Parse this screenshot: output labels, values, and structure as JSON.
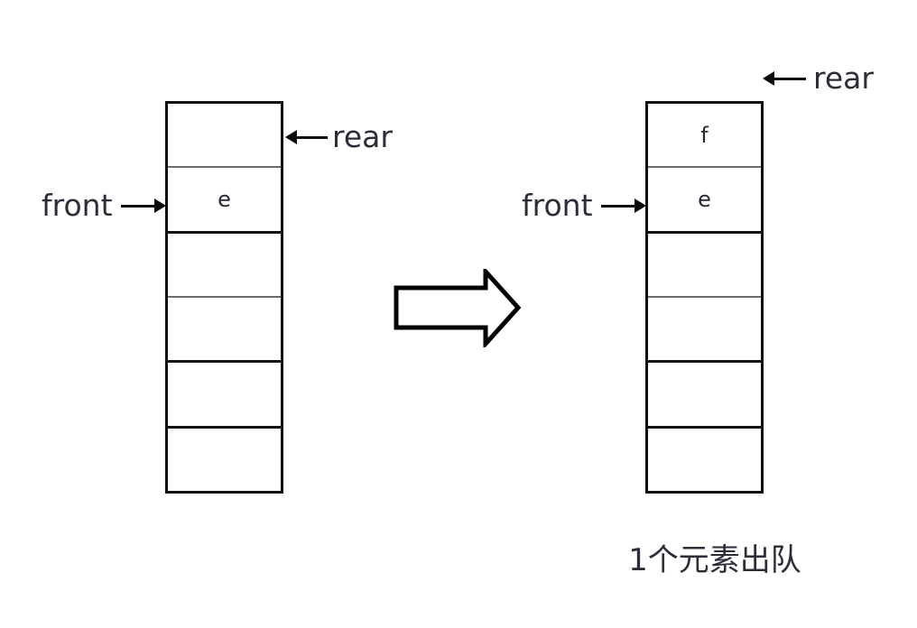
{
  "diagram": {
    "caption": "1个元素出队",
    "pointer_labels": {
      "front": "front",
      "rear": "rear"
    },
    "queues": {
      "before": {
        "cells": [
          "",
          "e",
          "",
          "",
          "",
          ""
        ]
      },
      "after": {
        "cells": [
          "f",
          "e",
          "",
          "",
          "",
          ""
        ]
      }
    },
    "colors": {
      "outline": "#0f0f0f",
      "divider_gray": "#6b6b6b",
      "text": "#2b2e37"
    }
  }
}
